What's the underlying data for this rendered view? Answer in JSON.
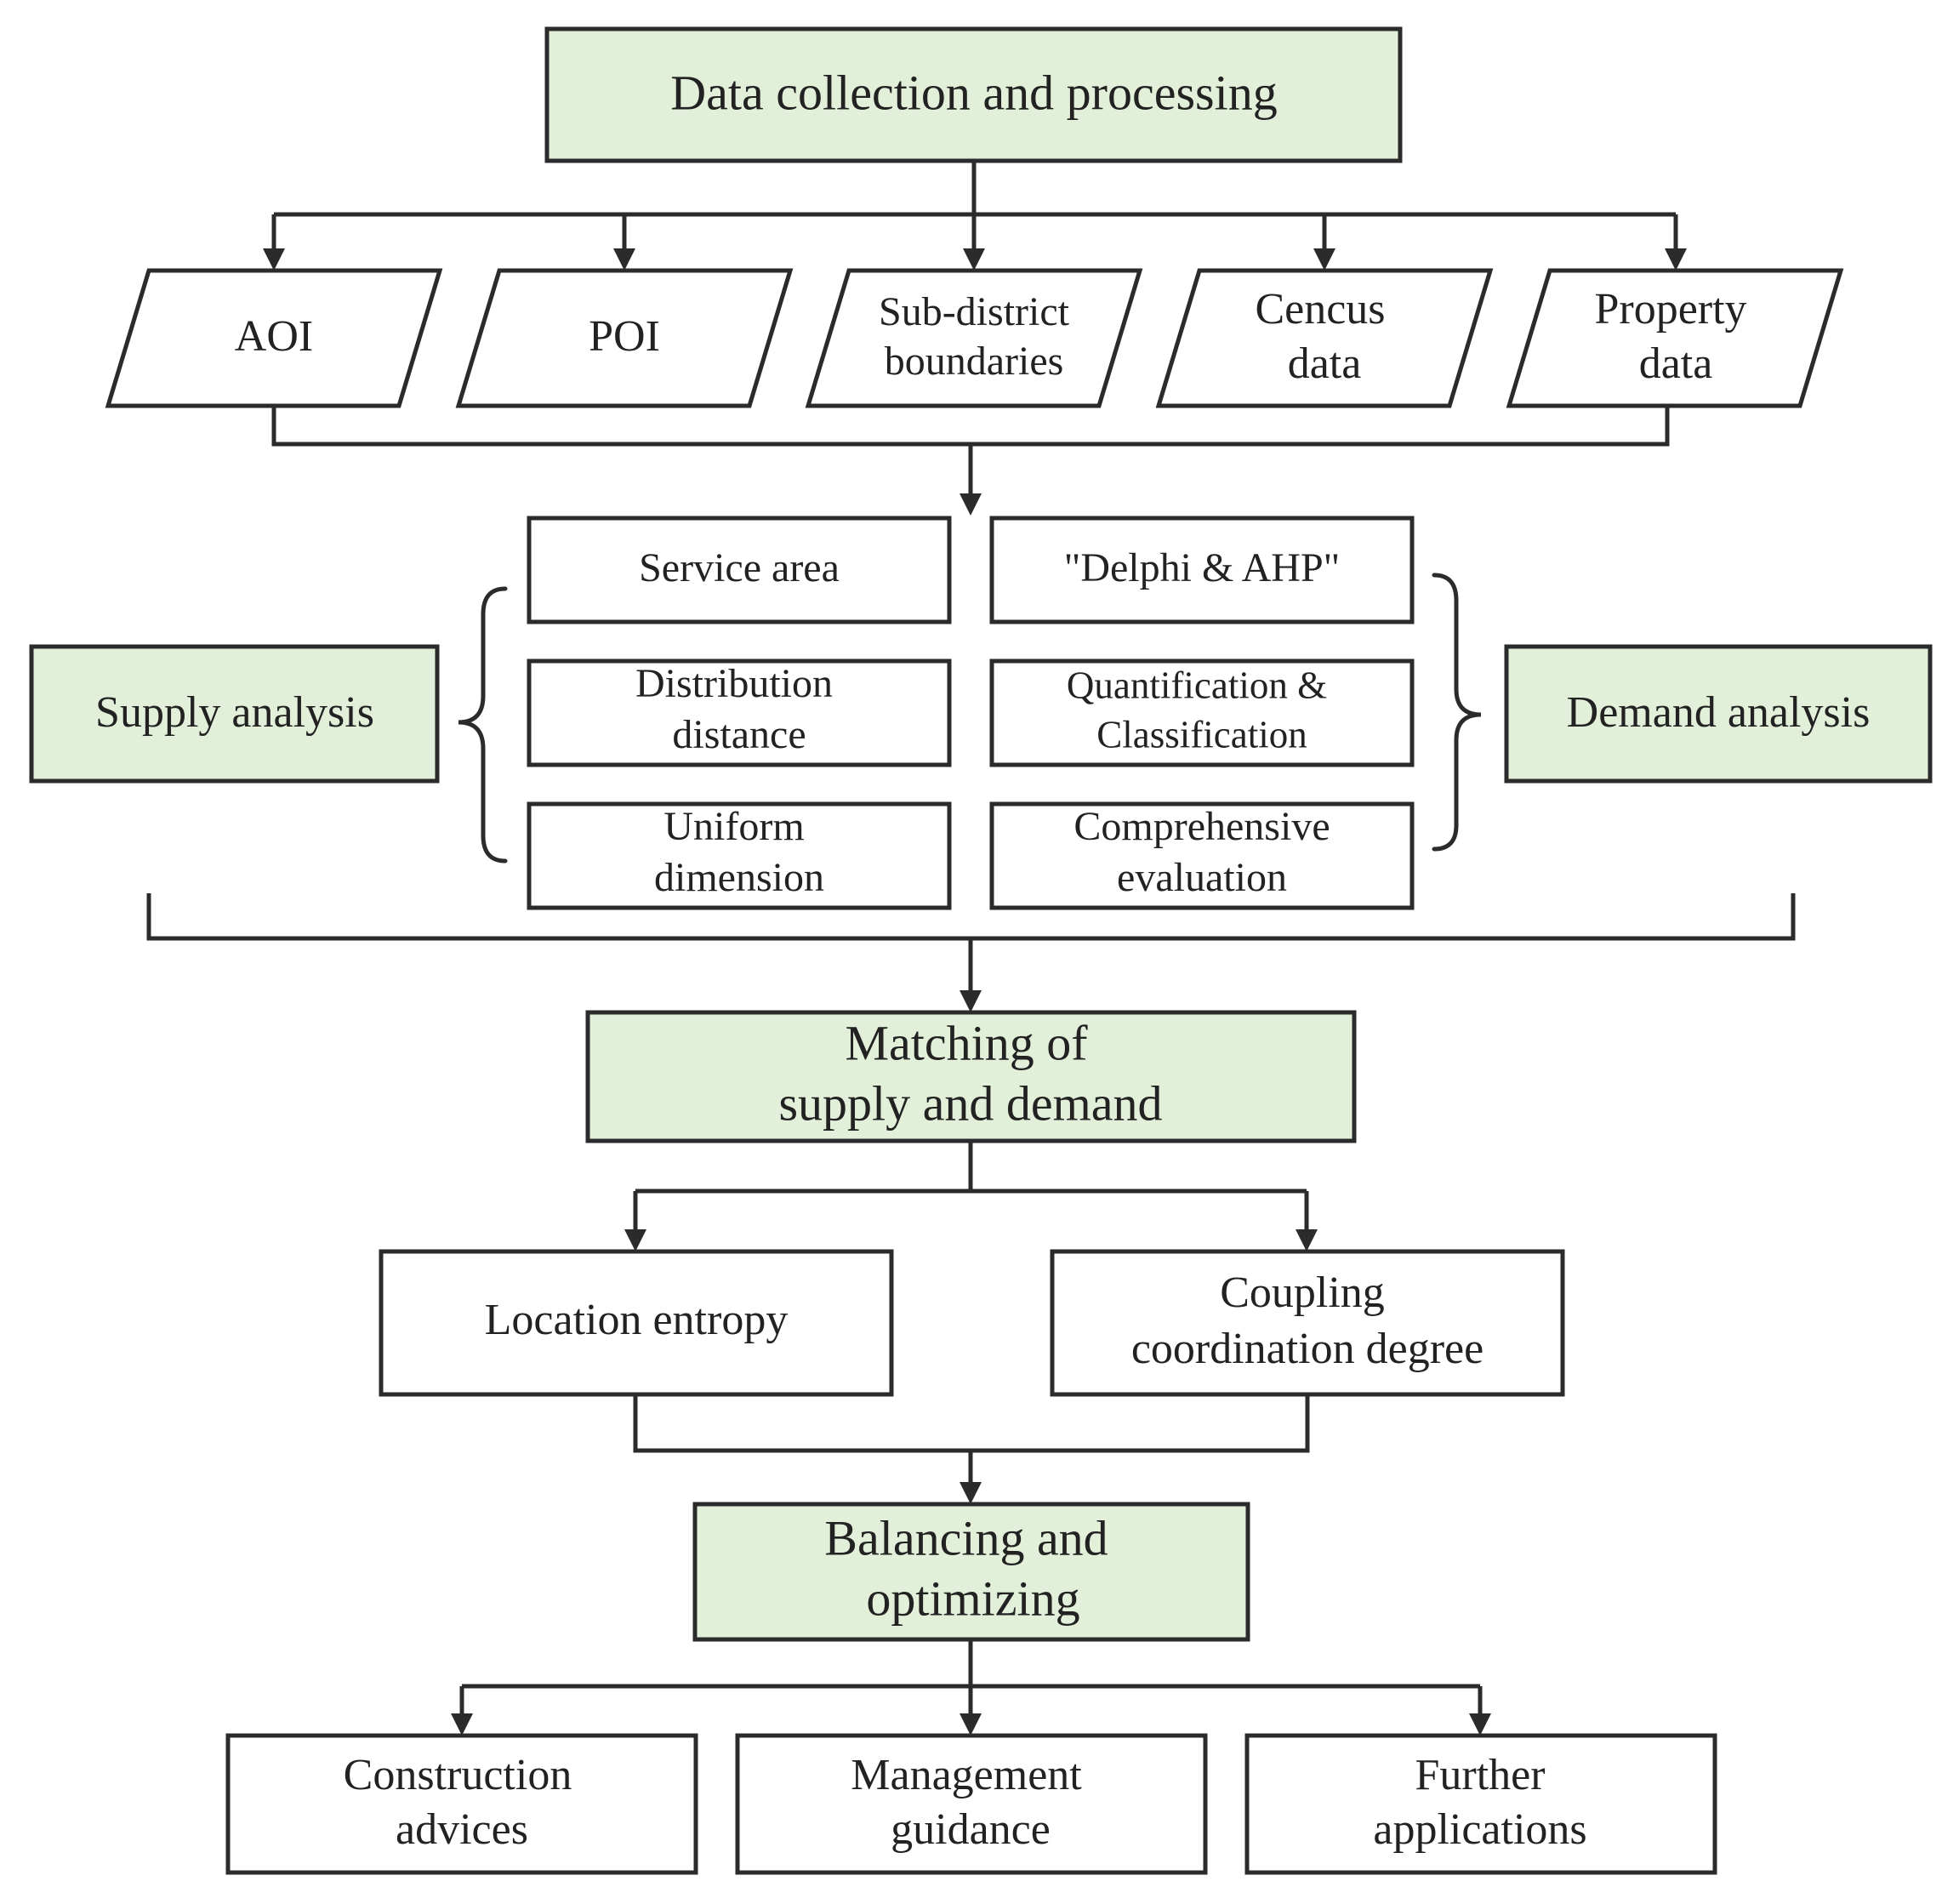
{
  "colors": {
    "stage_fill": "#e2efd9",
    "box_fill": "#ffffff",
    "stroke": "#2b2b2b",
    "text": "#222222"
  },
  "stage1": {
    "title": "Data collection and processing"
  },
  "data_sources": [
    {
      "line1": "AOI",
      "line2": ""
    },
    {
      "line1": "POI",
      "line2": ""
    },
    {
      "line1": "Sub-district",
      "line2": "boundaries"
    },
    {
      "line1": "Cencus",
      "line2": "data"
    },
    {
      "line1": "Property",
      "line2": "data"
    }
  ],
  "supply_analysis": {
    "label": "Supply analysis"
  },
  "demand_analysis": {
    "label": "Demand analysis"
  },
  "supply_methods": [
    {
      "line1": "Service area",
      "line2": ""
    },
    {
      "line1": "Distribution",
      "line2": "distance"
    },
    {
      "line1": "Uniform",
      "line2": "dimension"
    }
  ],
  "demand_methods": [
    {
      "line1": "\"Delphi & AHP\"",
      "line2": ""
    },
    {
      "line1": "Quantification &",
      "line2": "Classification"
    },
    {
      "line1": "Comprehensive",
      "line2": "evaluation"
    }
  ],
  "stage2": {
    "line1": "Matching of",
    "line2": "supply and demand"
  },
  "matching_methods": [
    {
      "line1": "Location entropy",
      "line2": ""
    },
    {
      "line1": "Coupling",
      "line2": "coordination degree"
    }
  ],
  "stage3": {
    "line1": "Balancing and",
    "line2": "optimizing"
  },
  "outcomes": [
    {
      "line1": "Construction",
      "line2": "advices"
    },
    {
      "line1": "Management",
      "line2": "guidance"
    },
    {
      "line1": "Further",
      "line2": "applications"
    }
  ]
}
